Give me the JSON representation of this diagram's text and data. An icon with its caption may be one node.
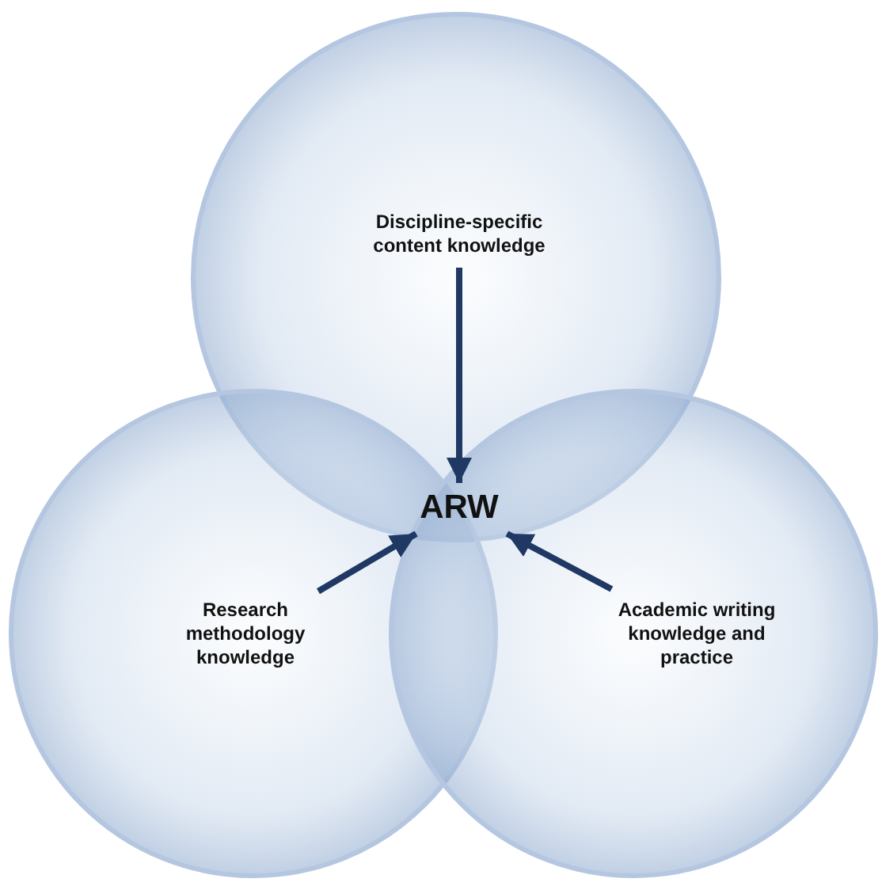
{
  "diagram": {
    "nodes": [
      {
        "text": [
          "Discipline-specific content knowledge"
        ]
      },
      {
        "text": [
          "Research methodology knowledge"
        ]
      },
      {
        "text": [
          "Academic writing knowledge and practice"
        ]
      },
      {
        "text": [
          "ARW"
        ]
      }
    ],
    "edges": [
      {
        "from": 0,
        "to": 3,
        "arrow": "to"
      },
      {
        "from": 1,
        "to": 3,
        "arrow": "to"
      },
      {
        "from": 2,
        "to": 3,
        "arrow": "to"
      }
    ]
  }
}
